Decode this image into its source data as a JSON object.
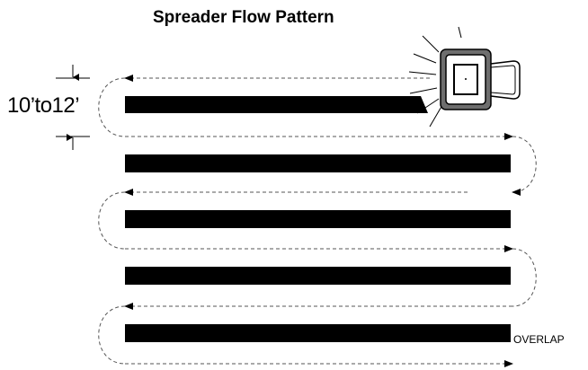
{
  "title": "Spreader Flow Pattern",
  "width_label": "10’to12’",
  "overlap_label": "OVERLAP",
  "icons": {
    "spreader": "spreader-icon"
  }
}
